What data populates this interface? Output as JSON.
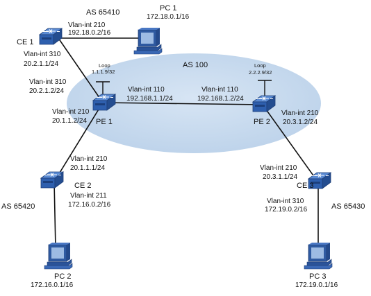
{
  "as_labels": {
    "as65410": "AS 65410",
    "as100": "AS 100",
    "as65420": "AS 65420",
    "as65430": "AS 65430"
  },
  "devices": {
    "ce1": "CE 1",
    "ce2": "CE 2",
    "ce3": "CE 3",
    "pe1": "PE 1",
    "pe2": "PE 2",
    "pc1": "PC 1",
    "pc2": "PC 2",
    "pc3": "PC 3"
  },
  "pc_addresses": {
    "pc1": "172.18.0.1/16",
    "pc2": "172.16.0.1/16",
    "pc3": "172.19.0.1/16"
  },
  "loopbacks": {
    "pe1_label": "Loop",
    "pe1_ip": "1.1.1.9/32",
    "pe2_label": "Loop",
    "pe2_ip": "2.2.2.9/32"
  },
  "interfaces": {
    "ce1_to_pc1_name": "Vlan-int 210",
    "ce1_to_pc1_ip": "192.18.0.2/16",
    "ce1_to_pe1_name": "Vlan-int 310",
    "ce1_to_pe1_ip": "20.2.1.1/24",
    "pe1_to_ce1_name": "Vlan-int 310",
    "pe1_to_ce1_ip": "20.2.1.2/24",
    "pe1_to_pe2_name": "Vlan-int 110",
    "pe1_to_pe2_ip": "192.168.1.1/24",
    "pe2_to_pe1_name": "Vlan-int 110",
    "pe2_to_pe1_ip": "192.168.1.2/24",
    "pe1_to_ce2_name": "Vlan-int 210",
    "pe1_to_ce2_ip": "20.1.1.2/24",
    "pe2_to_ce3_name": "Vlan-int 210",
    "pe2_to_ce3_ip": "20.3.1.2/24",
    "ce2_to_pe1_name": "Vlan-int 210",
    "ce2_to_pe1_ip": "20.1.1.1/24",
    "ce2_to_pc2_name": "Vlan-int 211",
    "ce2_to_pc2_ip": "172.16.0.2/16",
    "ce3_to_pe2_name": "Vlan-int 210",
    "ce3_to_pe2_ip": "20.3.1.1/24",
    "ce3_to_pc3_name": "Vlan-int 310",
    "ce3_to_pc3_ip": "172.19.0.2/16"
  },
  "colors": {
    "backbone_ellipse": "#c6d9ee",
    "router_blue": "#2f63b2",
    "router_top": "#4f82cf",
    "pc_blue": "#355fa8"
  }
}
